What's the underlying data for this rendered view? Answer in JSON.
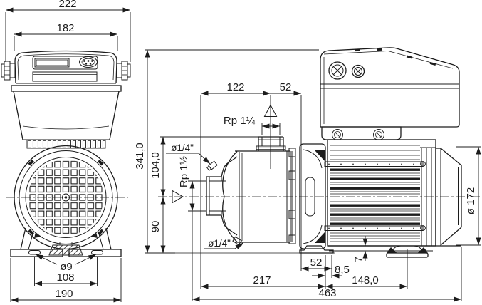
{
  "front": {
    "total_width": "222",
    "module_width": "182",
    "hole_diameter": "ø9",
    "hole_spacing": "108",
    "base_width": "190"
  },
  "side": {
    "total_height": "341,0",
    "port_height": "104,0",
    "axis_height": "90",
    "port_x": "122",
    "port_to_motor": "52",
    "discharge_port": "Rp 1¼",
    "suction_port": "Rp 1½",
    "plug_top": "ø1/4\"",
    "plug_bottom": "ø1/4\"",
    "flange_gap": "52",
    "seal_gap": "8,5",
    "foot_plate_height": "7",
    "pump_length": "217",
    "foot_x": "148,0",
    "total_length": "463",
    "motor_diameter": "ø 172"
  },
  "colors": {
    "line": "#1c1c1c",
    "bg": "#ffffff"
  }
}
